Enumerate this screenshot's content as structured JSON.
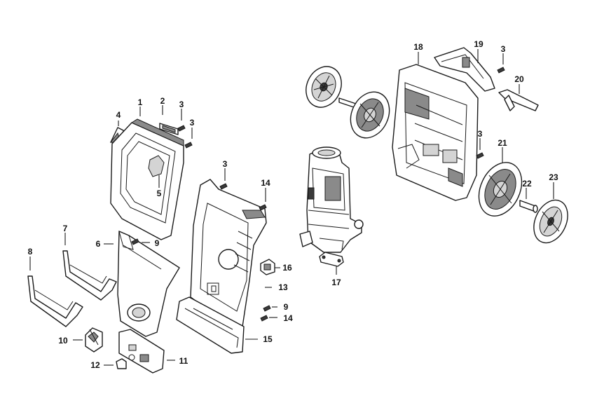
{
  "callouts": {
    "c1": "1",
    "c2": "2",
    "c3a": "3",
    "c3b": "3",
    "c4": "4",
    "c5": "5",
    "c3c": "3",
    "c14a": "14",
    "c6": "6",
    "c9a": "9",
    "c7": "7",
    "c8": "8",
    "c16": "16",
    "c13": "13",
    "c9b": "9",
    "c14b": "14",
    "c10": "10",
    "c15": "15",
    "c11": "11",
    "c12": "12",
    "c17": "17",
    "c18": "18",
    "c19": "19",
    "c3d": "3",
    "c20": "20",
    "c3e": "3",
    "c21": "21",
    "c22": "22",
    "c23": "23"
  }
}
